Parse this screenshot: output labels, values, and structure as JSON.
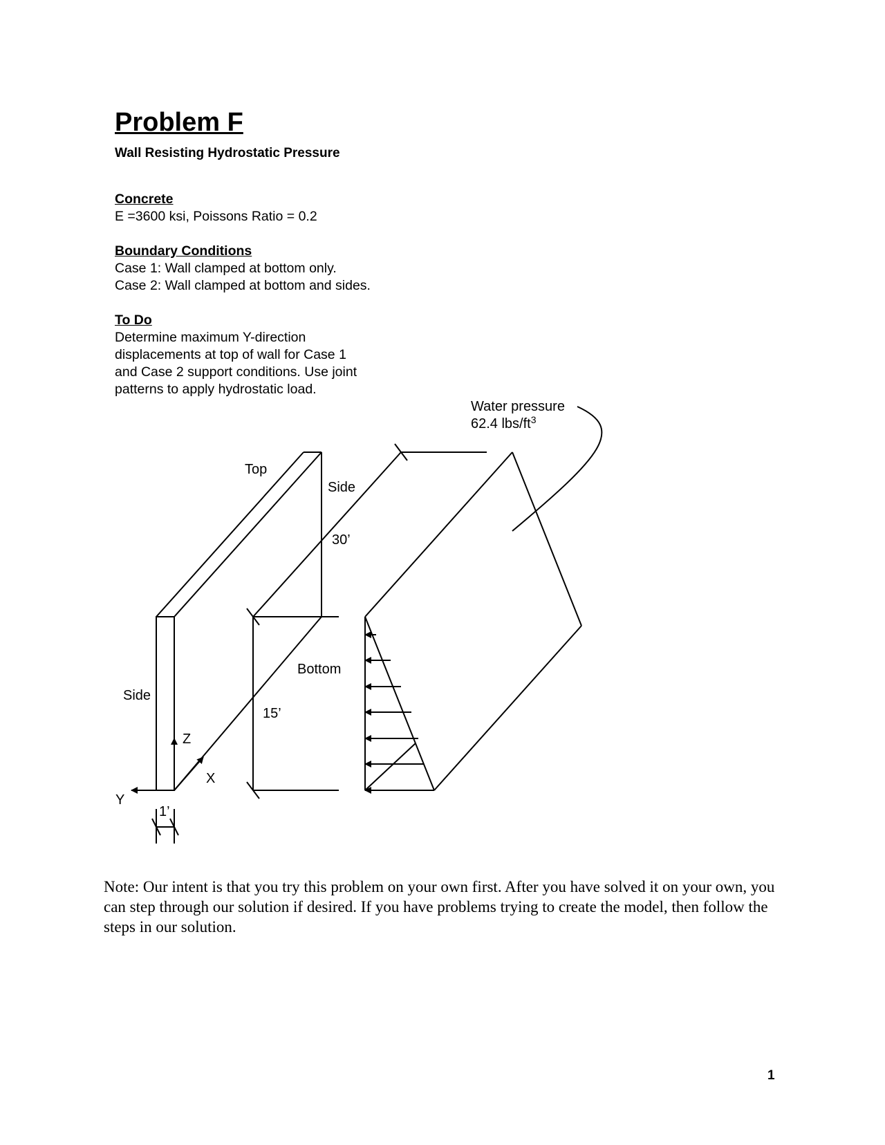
{
  "title": "Problem F",
  "subtitle": "Wall Resisting Hydrostatic Pressure",
  "concrete": {
    "heading": "Concrete",
    "text": "E =3600 ksi, Poissons Ratio = 0.2"
  },
  "boundary": {
    "heading": "Boundary Conditions",
    "case1": "Case 1:  Wall clamped at bottom only.",
    "case2": "Case 2:  Wall clamped at bottom and sides."
  },
  "todo": {
    "heading": "To Do",
    "lines": [
      "Determine maximum Y-direction",
      "displacements at top of wall for Case 1",
      "and Case 2 support conditions.  Use joint",
      "patterns to apply hydrostatic load."
    ]
  },
  "figure": {
    "water_pressure_label": "Water pressure",
    "water_pressure_value": "62.4 lbs/ft",
    "water_pressure_exp": "3",
    "top_label": "Top",
    "side_right_label": "Side",
    "side_left_label": "Side",
    "bottom_label": "Bottom",
    "dim_30": "30’",
    "dim_15": "15’",
    "dim_1": "1’",
    "axis_z": "Z",
    "axis_x": "X",
    "axis_y": "Y"
  },
  "note": "Note:  Our intent is that you try this problem on your own first.  After you have solved it on your own, you can step through our solution if desired.  If you have problems trying to create the model, then follow the steps in our solution.",
  "page_number": "1"
}
